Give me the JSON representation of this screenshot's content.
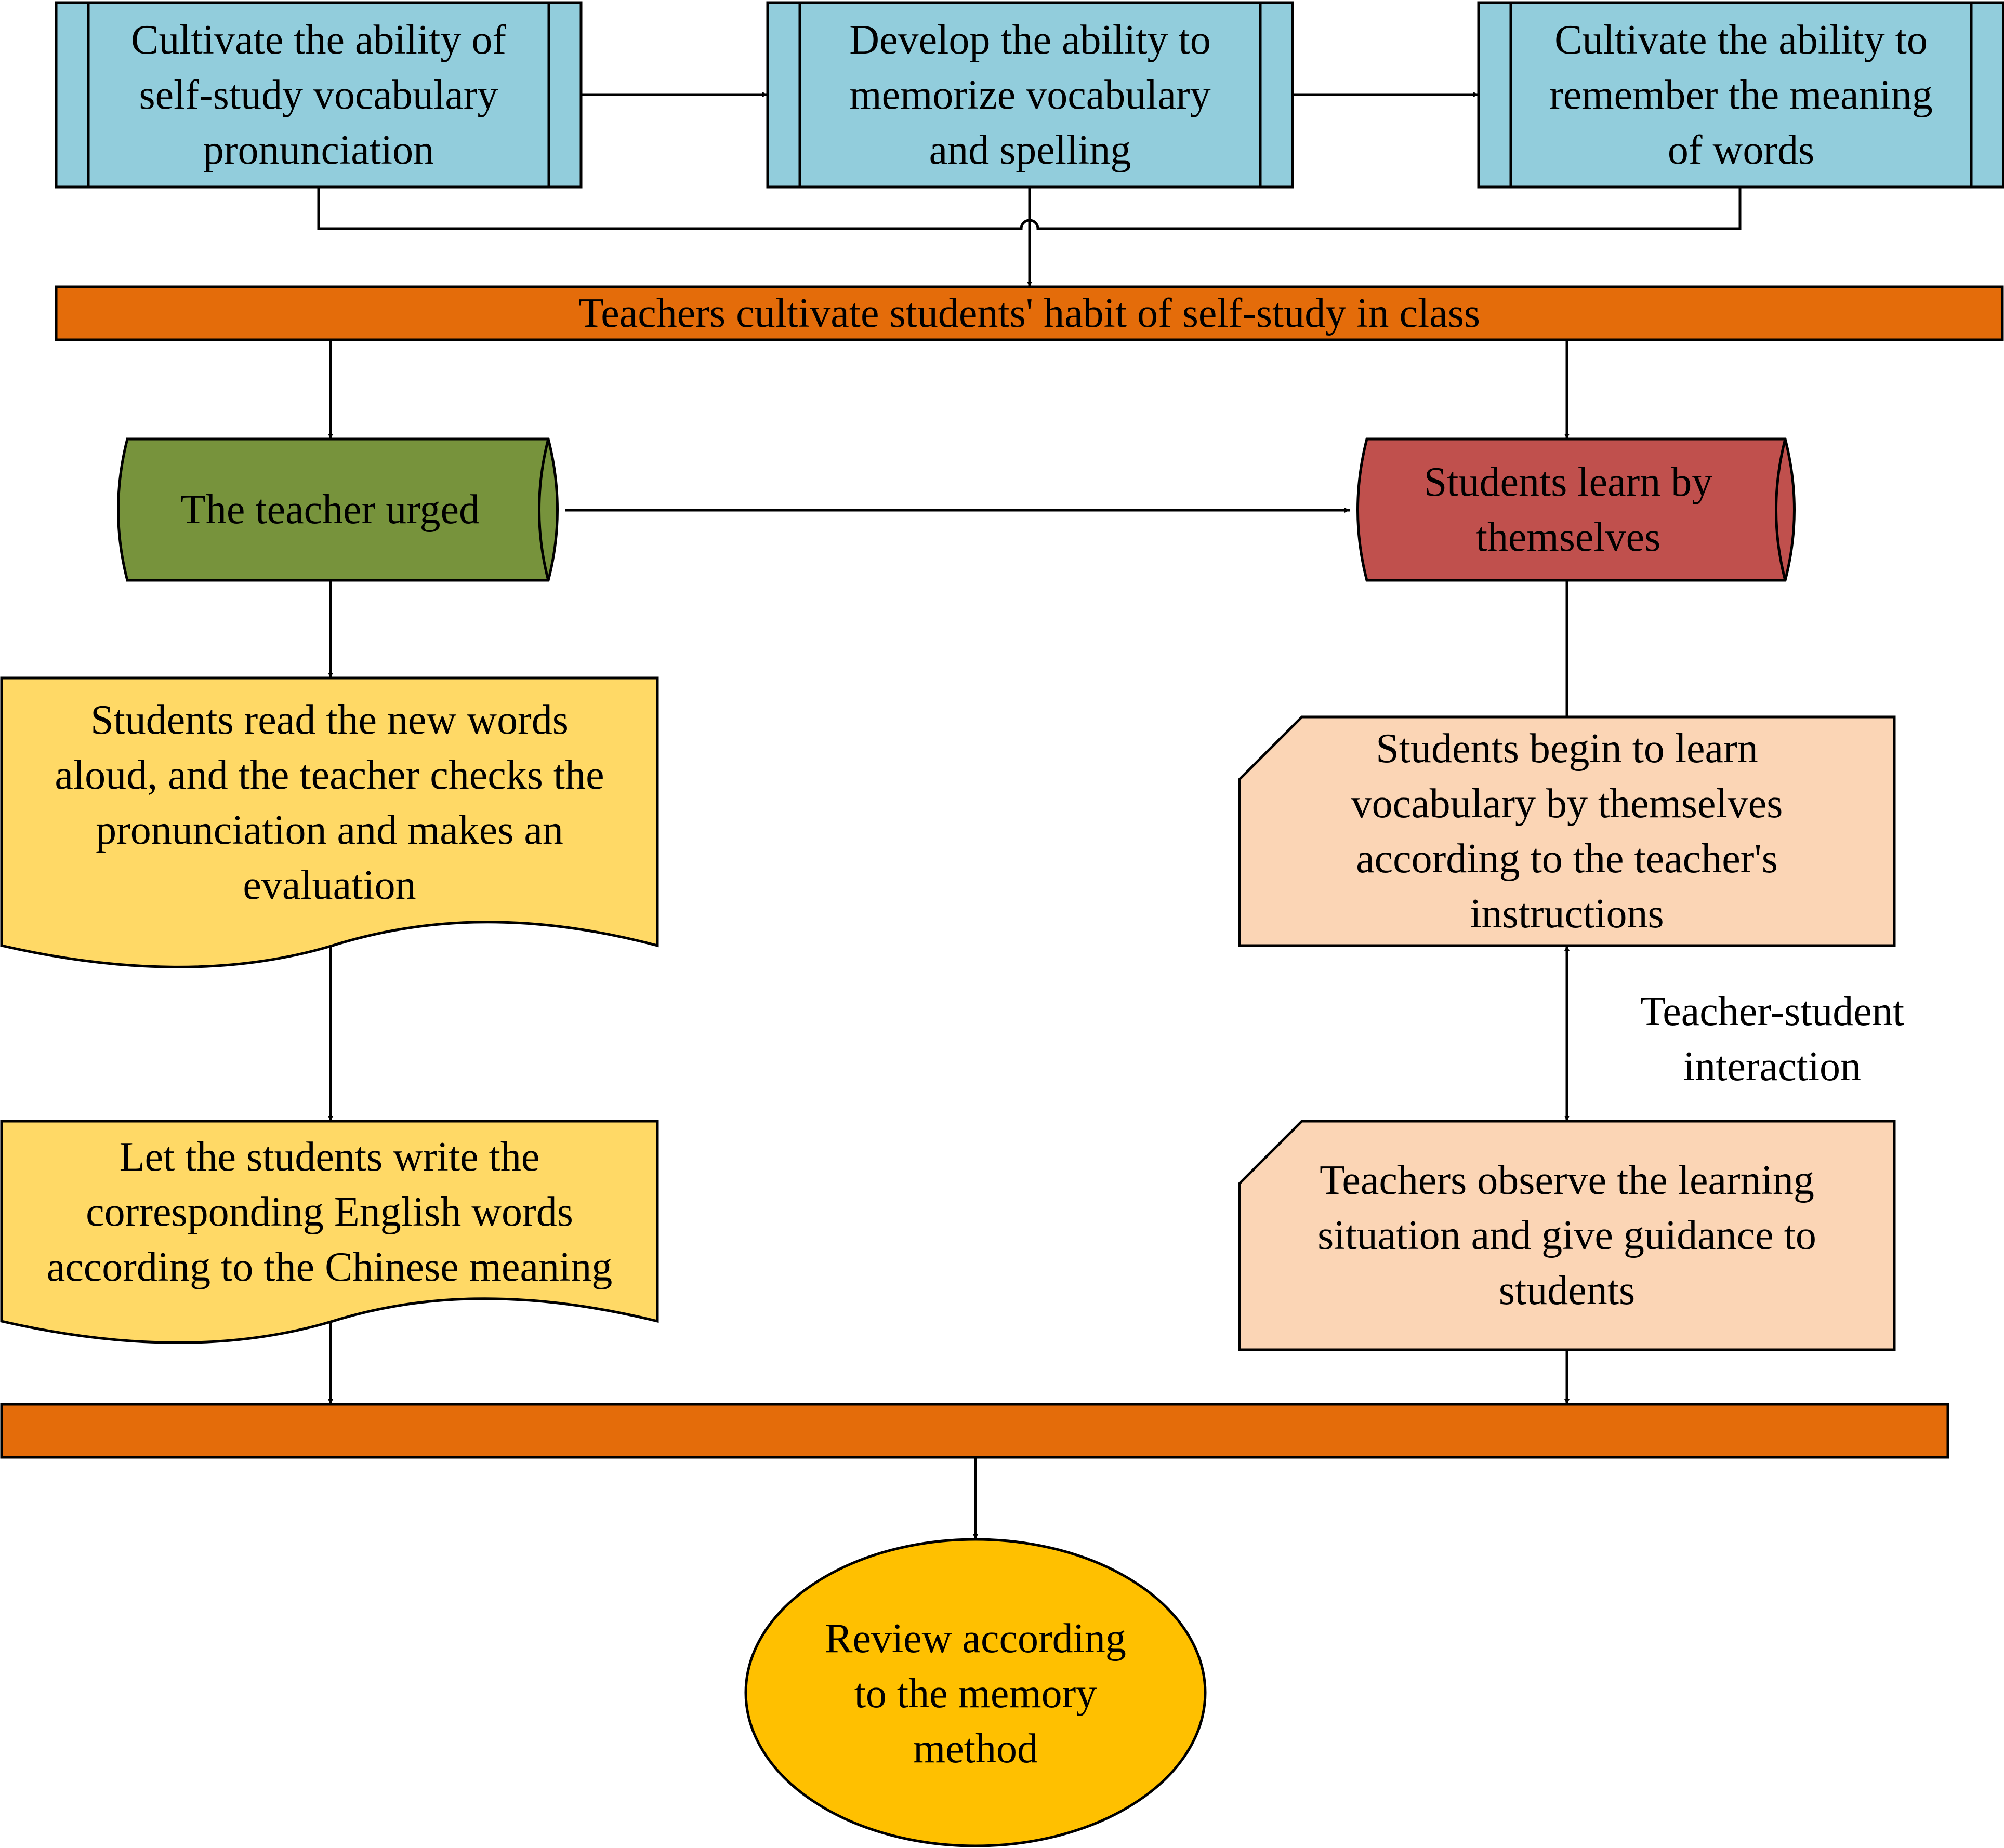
{
  "colors": {
    "process_box": "#92CDDC",
    "bar": "#E46C0A",
    "teacher_urged": "#77933C",
    "students_learn": "#C0504D",
    "document": "#FFD966",
    "card": "#FBD5B5",
    "terminal": "#FFC000",
    "stroke": "#000000"
  },
  "top_row": [
    {
      "lines": [
        "Cultivate the ability of",
        "self-study vocabulary",
        "pronunciation"
      ]
    },
    {
      "lines": [
        "Develop the ability to",
        "memorize vocabulary",
        "and spelling"
      ]
    },
    {
      "lines": [
        "Cultivate the ability to",
        "remember the meaning",
        "of words"
      ]
    }
  ],
  "top_bar": {
    "label": "Teachers cultivate students' habit of self-study in class"
  },
  "teacher_urged": {
    "lines": [
      "The teacher urged"
    ]
  },
  "students_learn": {
    "lines": [
      "Students learn by",
      "themselves"
    ]
  },
  "read_aloud": {
    "lines": [
      "Students read the new words",
      "aloud, and the teacher checks the",
      "pronunciation and makes an",
      "evaluation"
    ]
  },
  "write_words": {
    "lines": [
      "Let the students write the",
      "corresponding English words",
      "according to the Chinese meaning"
    ]
  },
  "begin_learn": {
    "lines": [
      "Students begin to learn",
      "vocabulary by themselves",
      "according to the teacher's",
      "instructions"
    ]
  },
  "observe": {
    "lines": [
      "Teachers observe the learning",
      "situation and give guidance to",
      "students"
    ]
  },
  "interaction_label": {
    "lines": [
      "Teacher-student",
      "interaction"
    ]
  },
  "review": {
    "lines": [
      "Review according",
      "to the memory",
      "method"
    ]
  }
}
